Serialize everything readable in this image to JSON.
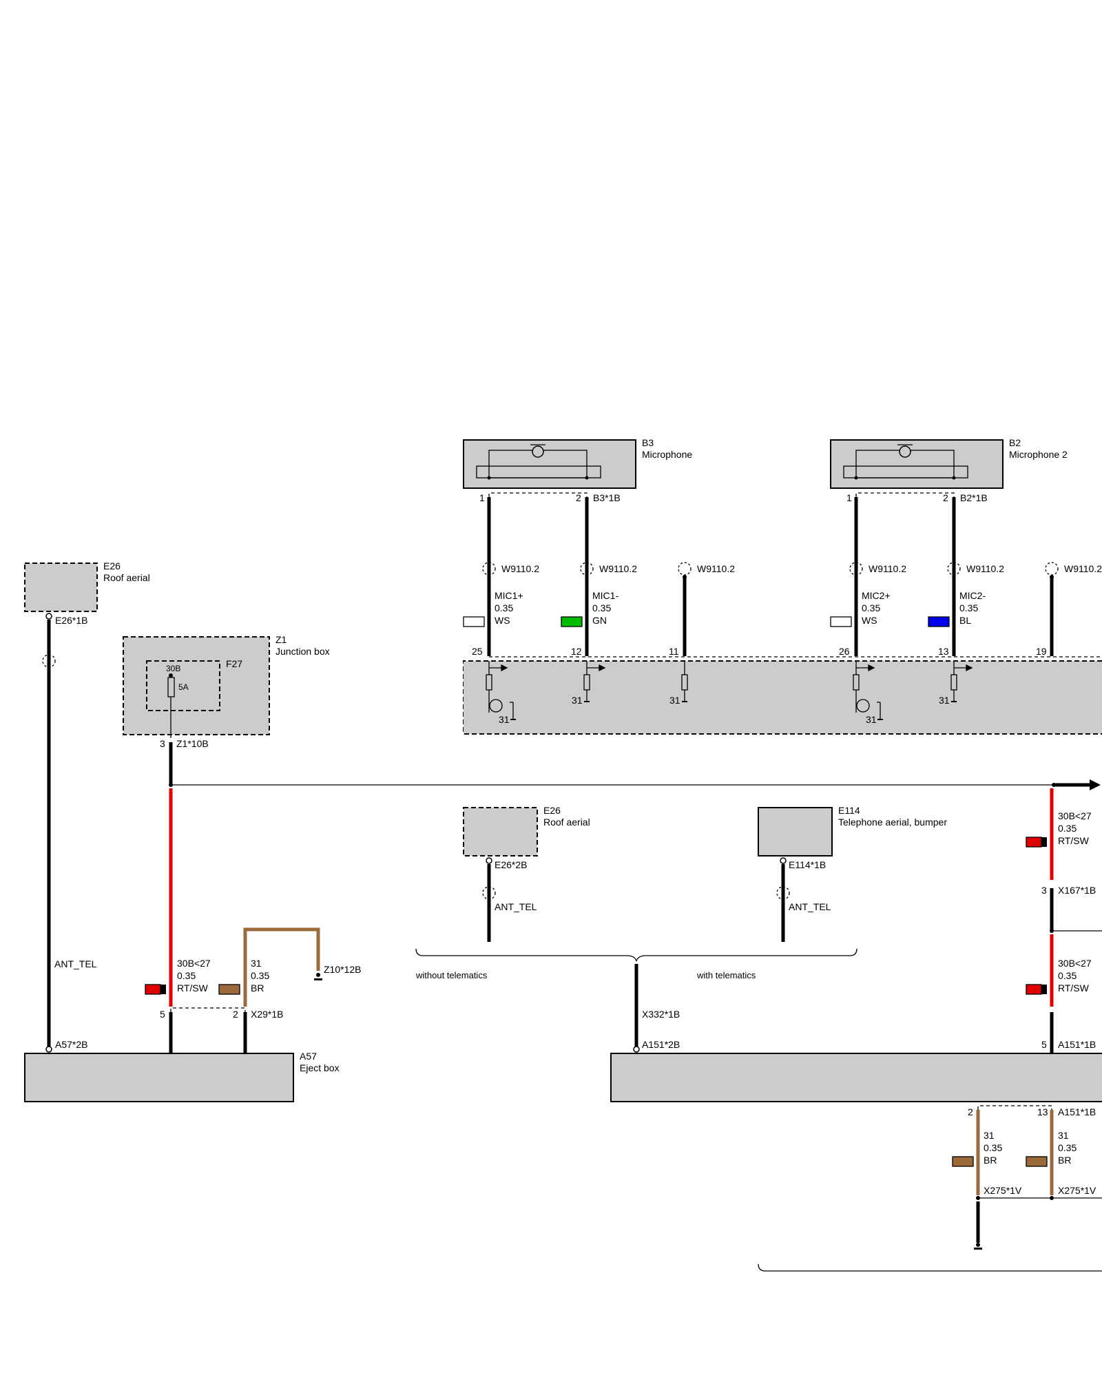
{
  "components": {
    "b3": {
      "id": "B3",
      "name": "Microphone",
      "connector": "B3*1B",
      "pin1": "1",
      "pin2": "2"
    },
    "b2": {
      "id": "B2",
      "name": "Microphone 2",
      "connector": "B2*1B",
      "pin1": "1",
      "pin2": "2"
    },
    "e26_top": {
      "id": "E26",
      "name": "Roof aerial",
      "connector": "E26*1B"
    },
    "z1": {
      "id": "Z1",
      "name": "Junction box",
      "connector": "Z1*10B",
      "pin": "3"
    },
    "f27": {
      "id": "F27",
      "terminal": "30B",
      "rating": "5A"
    },
    "e26_mid": {
      "id": "E26",
      "name": "Roof aerial",
      "connector": "E26*2B"
    },
    "e114": {
      "id": "E114",
      "name": "Telephone aerial, bumper",
      "connector": "E114*1B"
    },
    "a57": {
      "id": "A57",
      "name": "Eject box",
      "connector": "A57*2B"
    },
    "a151": {
      "connector_left": "A151*2B",
      "connector_right": "A151*1B",
      "connector_bottom": "A151*1B"
    }
  },
  "shield": "W9110.2",
  "wires": {
    "mic1p": {
      "signal": "MIC1+",
      "gauge": "0.35",
      "color": "WS",
      "swatch": "#ffffff",
      "pin": "25"
    },
    "mic1m": {
      "signal": "MIC1-",
      "gauge": "0.35",
      "color": "GN",
      "swatch": "#00bb00",
      "pin": "12"
    },
    "mic2p": {
      "signal": "MIC2+",
      "gauge": "0.35",
      "color": "WS",
      "swatch": "#ffffff",
      "pin": "26"
    },
    "mic2m": {
      "signal": "MIC2-",
      "gauge": "0.35",
      "color": "BL",
      "swatch": "#0000ee",
      "pin": "13"
    },
    "pin11": "11",
    "pin19": "19",
    "ant_tel": "ANT_TEL",
    "z1_red": {
      "signal": "30B<27",
      "gauge": "0.35",
      "color": "RT/SW",
      "pin": "5"
    },
    "z10_br": {
      "signal": "31",
      "gauge": "0.35",
      "color": "BR",
      "pin": "2",
      "connector": "X29*1B",
      "ground": "Z10*12B"
    },
    "right_red_top": {
      "signal": "30B<27",
      "gauge": "0.35",
      "color": "RT/SW",
      "pin": "3",
      "connector": "X167*1B"
    },
    "right_red_bot": {
      "signal": "30B<27",
      "gauge": "0.35",
      "color": "RT/SW",
      "pin": "5"
    },
    "br_left": {
      "signal": "31",
      "gauge": "0.35",
      "color": "BR",
      "pin": "2",
      "splice": "X275*1V"
    },
    "br_right": {
      "signal": "31",
      "gauge": "0.35",
      "color": "BR",
      "pin": "13",
      "splice": "X275*1V"
    },
    "ground_31": "31",
    "antenna_mid": "ANT_TEL"
  },
  "options": {
    "without": "without telematics",
    "with": "with telematics",
    "splice": "X332*1B"
  },
  "colors": {
    "red": "#e00000",
    "black": "#000000",
    "brown": "#9c6a3a",
    "grey": "#cccccc"
  }
}
